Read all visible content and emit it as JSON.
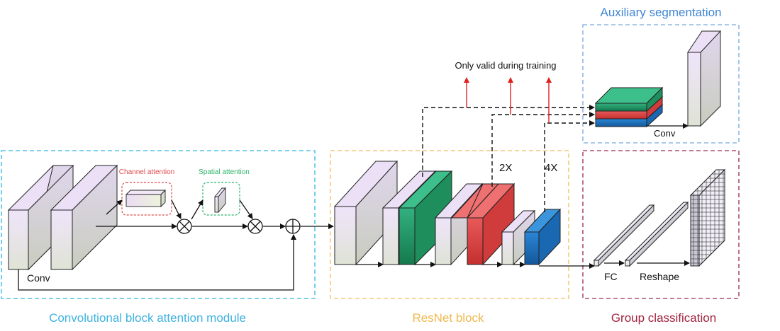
{
  "modules": {
    "cbam_title": "Convolutional block attention module",
    "resnet_title": "ResNet block",
    "aux_title": "Auxiliary segmentation",
    "group_title": "Group classification"
  },
  "labels": {
    "conv_main": "Conv",
    "channel_attention": "Channel attention",
    "spatial_attention": "Spatial attention",
    "only_valid": "Only valid during training",
    "scale_2x": "2X",
    "scale_4x": "4X",
    "aux_conv": "Conv",
    "fc": "FC",
    "reshape": "Reshape"
  },
  "colors": {
    "cbam_box": "#55c3e6",
    "resnet_box": "#f5c97a",
    "aux_box": "#8fb8e6",
    "group_box": "#b0506a",
    "cbam_title": "#3fb3df",
    "resnet_title": "#f0b84e",
    "aux_title": "#3f86d4",
    "group_title": "#a0243f",
    "channel_attention": "#e14a4a",
    "spatial_attention": "#2eb36a",
    "green_block": "#27a86f",
    "red_block": "#e04848",
    "blue_block": "#1f73c4",
    "lavender": "#e6dcf2",
    "training_arrow": "#e02020"
  }
}
